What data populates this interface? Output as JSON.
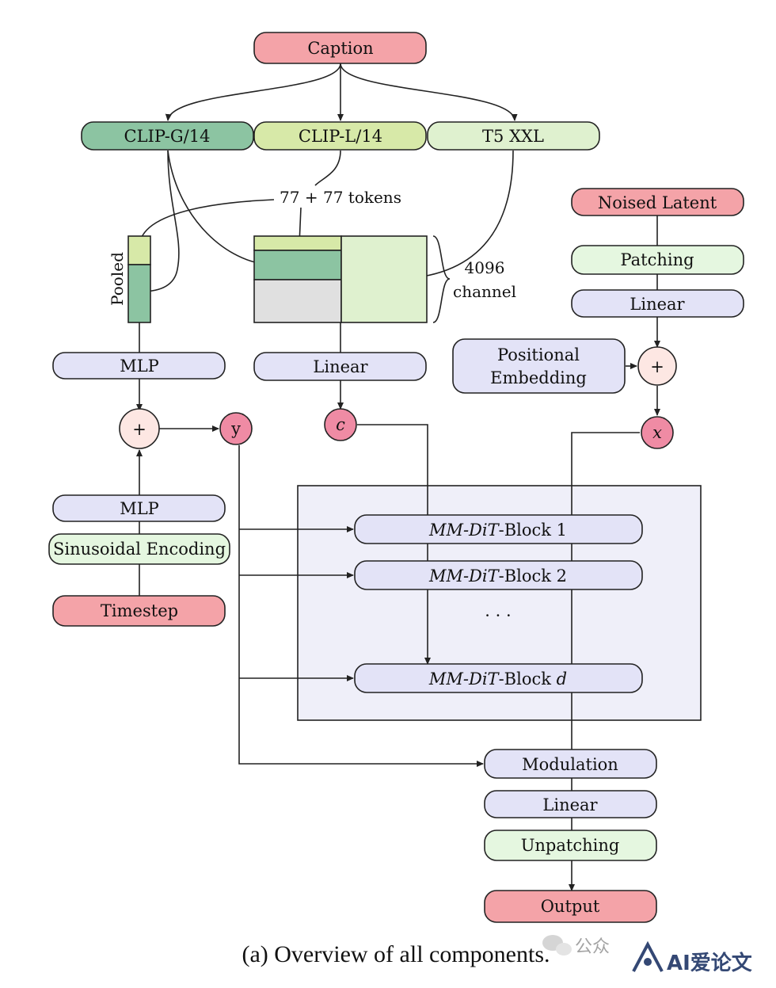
{
  "nodes": {
    "caption": "Caption",
    "clip_g": "CLIP-G/14",
    "clip_l": "CLIP-L/14",
    "t5": "T5 XXL",
    "tokens": "77 + 77 tokens",
    "pooled": "Pooled",
    "channel_num": "4096",
    "channel_word": "channel",
    "noised_latent": "Noised Latent",
    "patching": "Patching",
    "linear_latent": "Linear",
    "pos_emb_1": "Positional",
    "pos_emb_2": "Embedding",
    "plus": "+",
    "mlp_top": "MLP",
    "linear_context": "Linear",
    "y": "y",
    "c": "c",
    "x": "x",
    "mlp_bottom": "MLP",
    "sinusoidal": "Sinusoidal Encoding",
    "timestep": "Timestep",
    "block_prefix": "MM-DiT",
    "block1_suffix": "-Block 1",
    "block2_suffix": "-Block 2",
    "blockd_suffix": "-Block ",
    "blockd_var": "d",
    "ellipsis": "· · ·",
    "modulation": "Modulation",
    "linear_out": "Linear",
    "unpatching": "Unpatching",
    "output": "Output"
  },
  "caption_text": "(a) Overview of all components.",
  "watermark": {
    "faint": "公众",
    "brand": "AI爱论文"
  },
  "colors": {
    "red": "#f4a3a8",
    "dark_green": "#8cc4a2",
    "mid_green": "#d7e9a8",
    "light_green": "#dff1cf",
    "pale_green": "#e5f7e0",
    "lavender": "#e3e3f7",
    "block_bg": "#efeff9",
    "plus_fill": "#fde7e3",
    "circle_pink": "#ef8ba4",
    "gray": "#e0e0e0"
  }
}
